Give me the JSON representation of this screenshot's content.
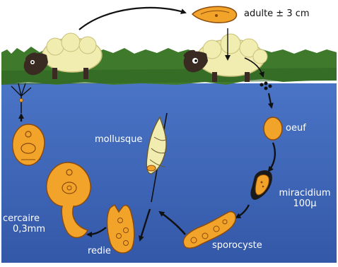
{
  "labels": {
    "adult": "adulte ± 3 cm",
    "egg": "oeuf",
    "miracidium_line1": "miracidium",
    "miracidium_line2": "100µ",
    "mollusc": "mollusque",
    "sporocyst": "sporocyste",
    "redia": "redie",
    "cercaria_line1": "cercaire",
    "cercaria_line2": "0,3mm"
  },
  "colors": {
    "water": "#3b63b8",
    "grass": "#3f7a2c",
    "sky": "#ffffff",
    "parasite": "#f2a32a",
    "parasite_outline": "#8a4a0c",
    "sheep_wool": "#f1ecb0",
    "sheep_face": "#3a2b22",
    "arrow": "#111111"
  }
}
